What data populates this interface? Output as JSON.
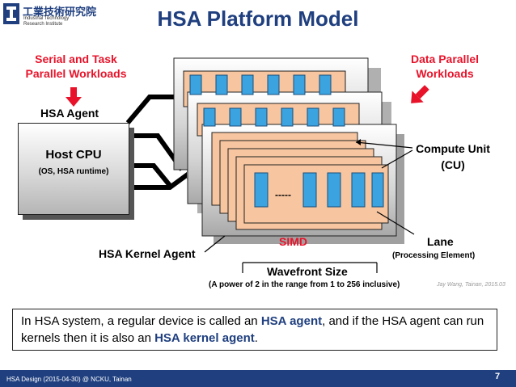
{
  "logo": {
    "cn": "工業技術研究院",
    "en_line1": "Industrial Technology",
    "en_line2": "Research Institute"
  },
  "title": "HSA Platform Model",
  "labels": {
    "serial_line1": "Serial and Task",
    "serial_line2": "Parallel Workloads",
    "data_parallel_line1": "Data Parallel",
    "data_parallel_line2": "Workloads",
    "hsa_agent": "HSA Agent",
    "host_cpu": "Host CPU",
    "host_cpu_sub": "(OS, HSA runtime)",
    "compute_unit_line1": "Compute Unit",
    "compute_unit_line2": "(CU)",
    "simd": "SIMD",
    "lane": "Lane",
    "processing_element": "(Processing Element)",
    "hsa_kernel_agent": "HSA Kernel Agent",
    "wavefront_size": "Wavefront Size",
    "wavefront_range": "(A power of 2 in the range from 1 to 256 inclusive)",
    "dashes": "-----",
    "credit": "Jay Wang, Tainan, 2015.03"
  },
  "info": {
    "p1": "In HSA system, a regular device is called an ",
    "hl1": "HSA agent",
    "p2": ", and if the HSA agent can run kernels then it is also an ",
    "hl2": "HSA kernel agent",
    "p3": "."
  },
  "footer": {
    "text": "HSA Design (2015-04-30) @ NCKU, Tainan",
    "page": "7"
  },
  "colors": {
    "title": "#1f3f7f",
    "red": "#e8132a",
    "lane_blue": "#3ba3e0",
    "simd_fill": "#f7c5a0",
    "footer_bar": "#1f3f7f"
  }
}
